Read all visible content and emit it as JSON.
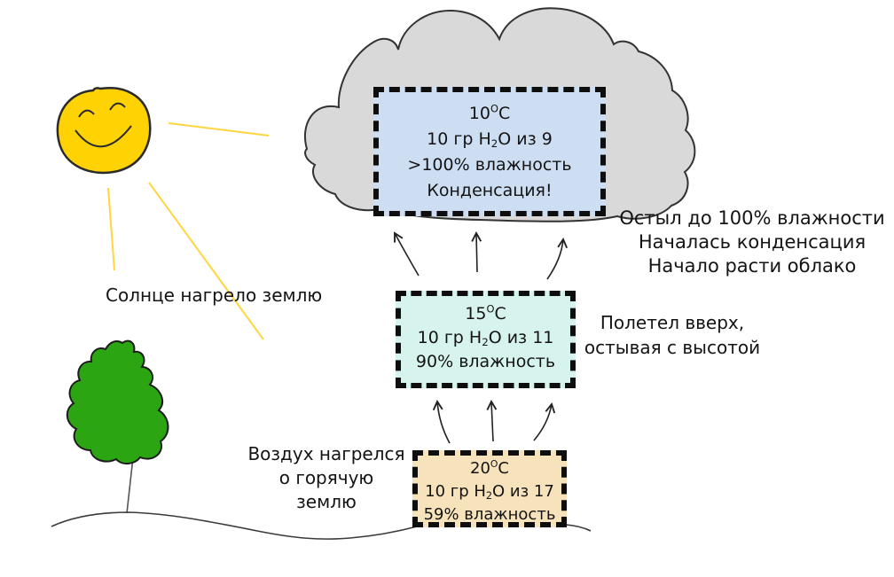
{
  "boxes": [
    {
      "temp_base": "10",
      "temp_sup": "O",
      "temp_unit": "C",
      "h2o_prefix": "10 гр H",
      "h2o_sub": "2",
      "h2o_suffix": "O из 9",
      "humidity": ">100% влажность",
      "note": "Конденсация!",
      "fill": "#cdddf2"
    },
    {
      "temp_base": "15",
      "temp_sup": "O",
      "temp_unit": "C",
      "h2o_prefix": "10 гр H",
      "h2o_sub": "2",
      "h2o_suffix": "O из 11",
      "humidity": "90% влажность",
      "fill": "#d7f3ee"
    },
    {
      "temp_base": "20",
      "temp_sup": "O",
      "temp_unit": "C",
      "h2o_prefix": "10 гр H",
      "h2o_sub": "2",
      "h2o_suffix": "O из 17",
      "humidity": "59% влажность",
      "fill": "#f6e2bb"
    }
  ],
  "labels": {
    "sun_note": "Солнце нагрело землю",
    "ground_note": [
      "Воздух нагрелся",
      "о горячую",
      "землю"
    ],
    "rise_note": [
      "Полетел вверх,",
      "остывая с высотой"
    ],
    "cloud_note": [
      "Остыл до 100% влажности",
      "Началась конденсация",
      "Начало расти облако"
    ]
  },
  "colors": {
    "cloud_fill": "#d9d9d9",
    "outline": "#333333",
    "sun_fill": "#ffd203",
    "sun_outline": "#2b2b2b",
    "ray": "#ffd540",
    "tree_fill": "#2ca513",
    "tree_outline": "#1c1c1c",
    "trunk": "#555555",
    "ground": "#3a3a3a",
    "arrow": "#222222",
    "box_border": "#0e0e0e"
  }
}
